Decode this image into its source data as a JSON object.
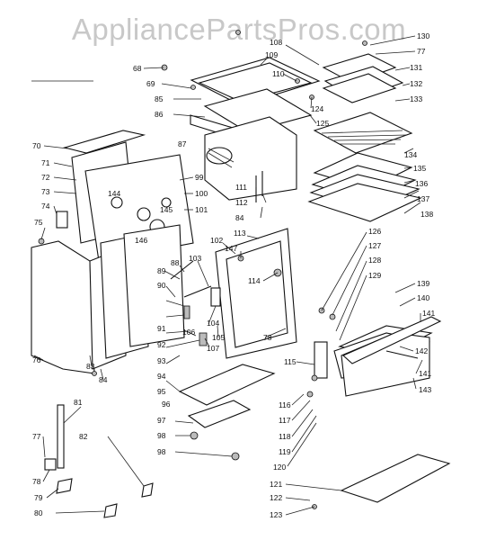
{
  "watermark": "AppliancePartsPros.com",
  "callouts": [
    "130",
    "77",
    "108",
    "109",
    "131",
    "132",
    "133",
    "68",
    "69",
    "85",
    "86",
    "110",
    "124",
    "125",
    "134",
    "70",
    "71",
    "72",
    "73",
    "74",
    "75",
    "99",
    "100",
    "101",
    "144",
    "145",
    "146",
    "111",
    "112",
    "84",
    "135",
    "136",
    "137",
    "138",
    "102",
    "113",
    "147",
    "114",
    "126",
    "127",
    "128",
    "129",
    "139",
    "140",
    "141",
    "89",
    "88",
    "103",
    "90",
    "91",
    "92",
    "93",
    "94",
    "95",
    "96",
    "104",
    "105",
    "106",
    "107",
    "78",
    "115",
    "116",
    "117",
    "118",
    "119",
    "120",
    "142",
    "143",
    "76",
    "83",
    "81",
    "82",
    "97",
    "98",
    "79",
    "80",
    "121",
    "122",
    "123",
    "87"
  ]
}
